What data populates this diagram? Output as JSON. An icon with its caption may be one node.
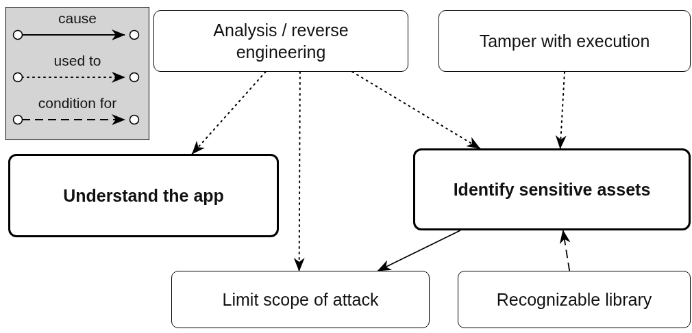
{
  "diagram": {
    "nodes": [
      {
        "text": [
          "Analysis / reverse engineering"
        ]
      },
      {
        "text": [
          "Tamper with execution"
        ]
      },
      {
        "text": [
          "Understand the app"
        ]
      },
      {
        "text": [
          "Identify sensitive assets"
        ]
      },
      {
        "text": [
          "Limit scope of attack"
        ]
      },
      {
        "text": [
          "Recognizable library"
        ]
      }
    ],
    "edges": [
      {
        "from": 0,
        "to": 2,
        "arrow": "to",
        "style": "dashed"
      },
      {
        "from": 0,
        "to": 4,
        "arrow": "to",
        "style": "dashed"
      },
      {
        "from": 0,
        "to": 3,
        "arrow": "to",
        "style": "dashed"
      },
      {
        "from": 1,
        "to": 3,
        "arrow": "to",
        "style": "dashed"
      },
      {
        "from": 3,
        "to": 4,
        "arrow": "to"
      },
      {
        "from": 5,
        "to": 3,
        "arrow": "to",
        "style": "dashed"
      }
    ],
    "legend": [
      {
        "text": "cause"
      },
      {
        "text": "used to"
      },
      {
        "text": "condition for"
      }
    ]
  }
}
